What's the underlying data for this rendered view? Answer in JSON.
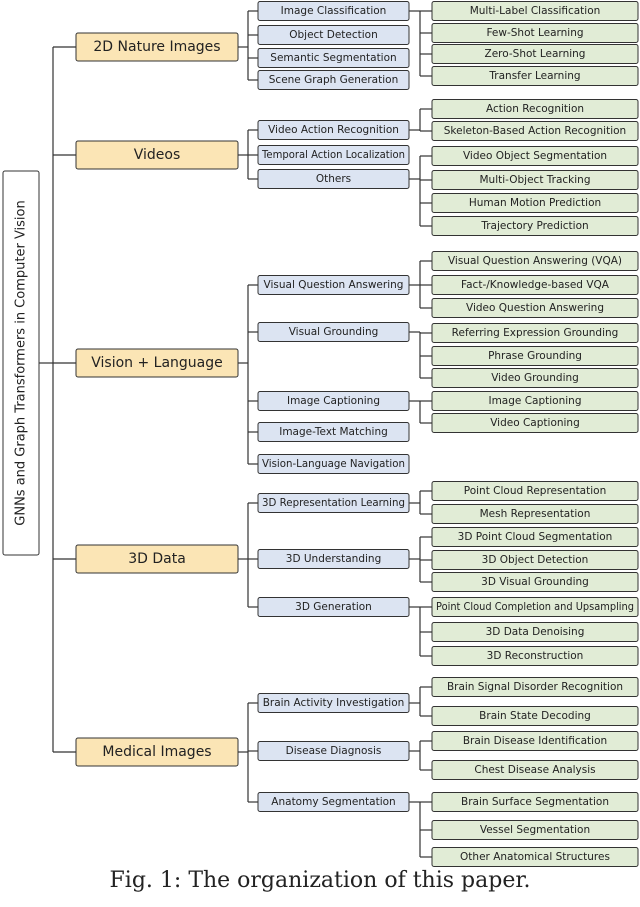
{
  "diagram": {
    "root_label": "GNNs and Graph Transformers in Computer Vision",
    "caption": "Fig. 1: The organization of this paper.",
    "colors": {
      "root_fill": "#ffffff",
      "l1_fill": "#fbe5b5",
      "l2_fill": "#dce4f2",
      "l3_fill": "#e1ecd6",
      "stroke": "#333333",
      "line": "#333333"
    },
    "categories": [
      {
        "label": "2D Nature Images",
        "subcategories": [
          {
            "label": "Image Classification",
            "topics": [
              "Multi-Label Classification",
              "Few-Shot Learning",
              "Zero-Shot Learning",
              "Transfer Learning"
            ]
          },
          {
            "label": "Object Detection",
            "topics": []
          },
          {
            "label": "Semantic Segmentation",
            "topics": []
          },
          {
            "label": "Scene Graph Generation",
            "topics": []
          }
        ]
      },
      {
        "label": "Videos",
        "subcategories": [
          {
            "label": "Video Action Recognition",
            "topics": [
              "Action Recognition",
              "Skeleton-Based Action Recognition"
            ]
          },
          {
            "label": "Temporal Action Localization",
            "topics": []
          },
          {
            "label": "Others",
            "topics": [
              "Video Object Segmentation",
              "Multi-Object Tracking",
              "Human Motion Prediction",
              "Trajectory Prediction"
            ]
          }
        ]
      },
      {
        "label": "Vision + Language",
        "subcategories": [
          {
            "label": "Visual Question Answering",
            "topics": [
              "Visual Question Answering (VQA)",
              "Fact-/Knowledge-based VQA",
              "Video Question Answering"
            ]
          },
          {
            "label": "Visual Grounding",
            "topics": [
              "Referring Expression Grounding",
              "Phrase Grounding",
              "Video Grounding"
            ]
          },
          {
            "label": "Image Captioning",
            "topics": [
              "Image Captioning",
              "Video Captioning"
            ]
          },
          {
            "label": "Image-Text Matching",
            "topics": []
          },
          {
            "label": "Vision-Language Navigation",
            "topics": []
          }
        ]
      },
      {
        "label": "3D Data",
        "subcategories": [
          {
            "label": "3D Representation Learning",
            "topics": [
              "Point Cloud Representation",
              "Mesh Representation"
            ]
          },
          {
            "label": "3D Understanding",
            "topics": [
              "3D Point Cloud Segmentation",
              "3D Object Detection",
              "3D Visual Grounding"
            ]
          },
          {
            "label": "3D Generation",
            "topics": [
              "Point Cloud Completion and Upsampling",
              "3D Data Denoising",
              "3D Reconstruction"
            ]
          }
        ]
      },
      {
        "label": "Medical Images",
        "subcategories": [
          {
            "label": "Brain Activity Investigation",
            "topics": [
              "Brain Signal Disorder Recognition",
              "Brain State Decoding"
            ]
          },
          {
            "label": "Disease Diagnosis",
            "topics": [
              "Brain Disease Identification",
              "Chest Disease Analysis"
            ]
          },
          {
            "label": "Anatomy Segmentation",
            "topics": [
              "Brain Surface Segmentation",
              "Vessel Segmentation",
              "Other Anatomical Structures"
            ]
          }
        ]
      }
    ]
  }
}
